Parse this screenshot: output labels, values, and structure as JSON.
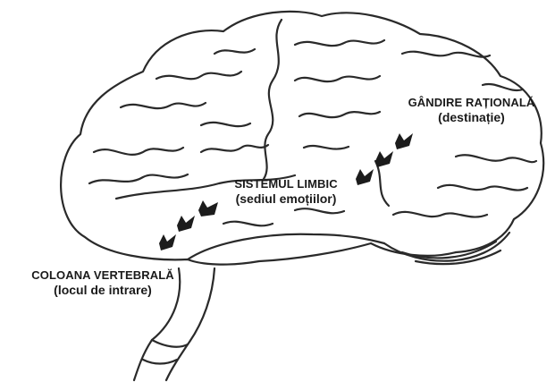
{
  "labels": {
    "spine": {
      "title": "COLOANA VERTEBRALĂ",
      "subtitle": "(locul de intrare)"
    },
    "limbic": {
      "title": "SISTEMUL LIMBIC",
      "subtitle": "(sediul emoțiilor)"
    },
    "rational": {
      "title": "GÂNDIRE RAȚIONALĂ",
      "subtitle": "(destinație)"
    }
  },
  "colors": {
    "outline": "#2a2a2a",
    "arrow": "#1c1c1c",
    "text": "#1a1a1a",
    "background": "#ffffff"
  }
}
